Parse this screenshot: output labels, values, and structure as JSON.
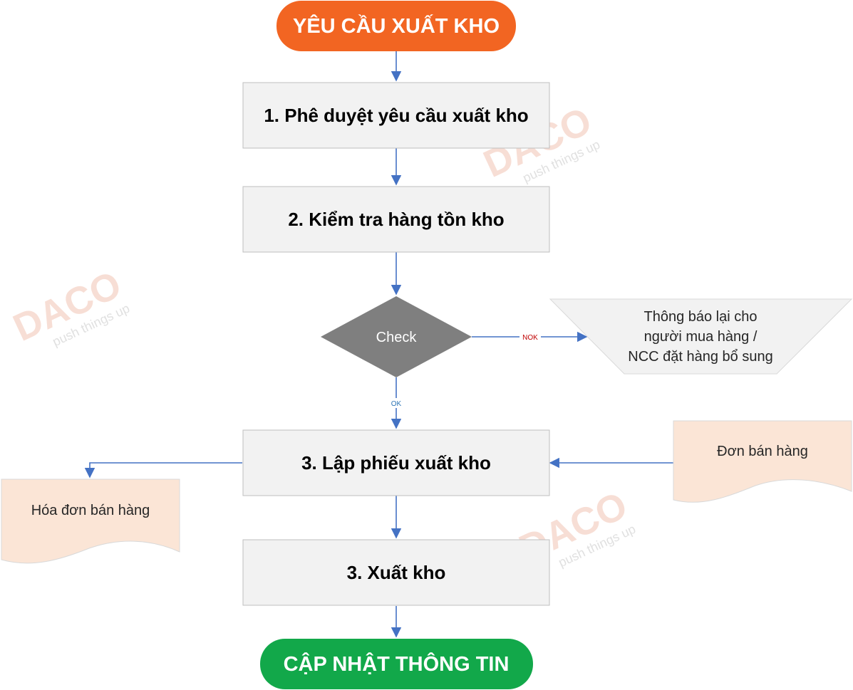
{
  "terminals": {
    "start": {
      "label": "YÊU CẦU XUẤT KHO",
      "color": "#f26522"
    },
    "end": {
      "label": "CẬP NHẬT THÔNG TIN",
      "color": "#12a84a"
    }
  },
  "steps": [
    {
      "label": "1. Phê duyệt yêu cầu xuất kho"
    },
    {
      "label": "2. Kiểm tra hàng tồn kho"
    },
    {
      "label": "3. Lập phiếu xuất kho"
    },
    {
      "label": "3. Xuất kho"
    }
  ],
  "decision": {
    "label": "Check",
    "color": "#7f7f7f"
  },
  "edges": {
    "nok_label": "NOK",
    "ok_label": "OK",
    "nok_color": "#c00000",
    "ok_color": "#2e75b6",
    "line_color": "#4472c4"
  },
  "notification": {
    "lines": [
      "Thông báo lại cho",
      "người mua hàng /",
      "NCC đặt hàng bổ sung"
    ]
  },
  "documents": {
    "sales_order": "Đơn bán hàng",
    "sales_invoice": "Hóa đơn bán hàng"
  },
  "watermark": {
    "brand": "DACO",
    "tagline": "push things up"
  }
}
